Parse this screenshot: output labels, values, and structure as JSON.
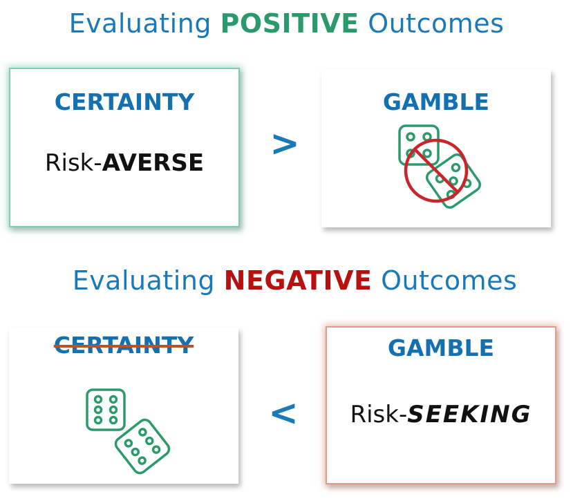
{
  "positive": {
    "heading_pre": "Evaluating ",
    "heading_em": "POSITIVE",
    "heading_post": " Outcomes",
    "heading_em_color": "#2a9a6c",
    "left_card": {
      "title": "CERTAINTY",
      "text_pre": "Risk-",
      "text_em": "AVERSE"
    },
    "comparator": ">",
    "right_card": {
      "title": "GAMBLE"
    }
  },
  "negative": {
    "heading_pre": "Evaluating ",
    "heading_em": "NEGATIVE",
    "heading_post": " Outcomes",
    "heading_em_color": "#b80f0f",
    "left_card": {
      "title": "CERTAINTY"
    },
    "comparator": "<",
    "right_card": {
      "title": "GAMBLE",
      "text_pre": "Risk-",
      "text_em": "SEEKING"
    }
  },
  "colors": {
    "heading_blue": "#1a7ab8",
    "title_blue": "#1470b0",
    "green_glow": "#7ecdb0",
    "red_glow": "#e09a88",
    "dice_green": "#2a9a6c",
    "no_sign_red": "#c8262b",
    "strike": "#b5532f"
  },
  "icons": [
    "dice-icon",
    "no-sign-icon"
  ]
}
